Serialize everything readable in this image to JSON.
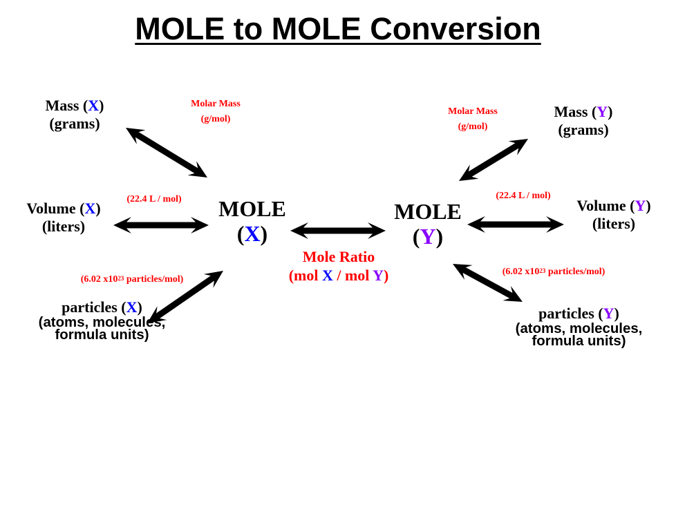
{
  "title": "MOLE to MOLE Conversion",
  "colors": {
    "x": "#0000ff",
    "y": "#8800ff",
    "factor": "#ff0000",
    "text": "#000000"
  },
  "left": {
    "mass": {
      "label": "Mass (",
      "var": "X",
      "close": ")",
      "unit": "(grams)"
    },
    "volume": {
      "label": "Volume (",
      "var": "X",
      "close": ")",
      "unit": "(liters)"
    },
    "particles": {
      "label": "particles (",
      "var": "X",
      "close": ")",
      "line2": "(atoms, molecules,",
      "line3": "formula units)"
    },
    "mole": {
      "label": "MOLE",
      "open": "(",
      "var": "X",
      "close": ")"
    },
    "factors": {
      "molar_mass": "Molar Mass",
      "molar_mass_unit": "(g/mol)",
      "volume": "(22.4 L / mol)",
      "avogadro_prefix": "(6.02 x10",
      "avogadro_exp": "23",
      "avogadro_suffix": " particles/mol)"
    }
  },
  "right": {
    "mass": {
      "label": "Mass (",
      "var": "Y",
      "close": ")",
      "unit": "(grams)"
    },
    "volume": {
      "label": "Volume (",
      "var": "Y",
      "close": ")",
      "unit": "(liters)"
    },
    "particles": {
      "label": "particles (",
      "var": "Y",
      "close": ")",
      "line2": "(atoms, molecules,",
      "line3": "formula units)"
    },
    "mole": {
      "label": "MOLE",
      "open": "(",
      "var": "Y",
      "close": ")"
    },
    "factors": {
      "molar_mass": "Molar Mass",
      "molar_mass_unit": "(g/mol)",
      "volume": "(22.4 L / mol)",
      "avogadro_prefix": "(6.02 x10",
      "avogadro_exp": "23",
      "avogadro_suffix": " particles/mol)"
    }
  },
  "ratio": {
    "label": "Mole Ratio",
    "open": "(mol ",
    "x": "X",
    "mid": " / mol ",
    "y": "Y",
    "close": ")"
  },
  "arrows": [
    {
      "name": "arrow-mass-x-mole-x",
      "from": "Mass (X)",
      "to": "MOLE (X)"
    },
    {
      "name": "arrow-volume-x-mole-x",
      "from": "Volume (X)",
      "to": "MOLE (X)"
    },
    {
      "name": "arrow-particles-x-mole-x",
      "from": "particles (X)",
      "to": "MOLE (X)"
    },
    {
      "name": "arrow-mole-x-mole-y",
      "from": "MOLE (X)",
      "to": "MOLE (Y)"
    },
    {
      "name": "arrow-mass-y-mole-y",
      "from": "Mass (Y)",
      "to": "MOLE (Y)"
    },
    {
      "name": "arrow-volume-y-mole-y",
      "from": "Volume (Y)",
      "to": "MOLE (Y)"
    },
    {
      "name": "arrow-particles-y-mole-y",
      "from": "particles (Y)",
      "to": "MOLE (Y)"
    }
  ]
}
